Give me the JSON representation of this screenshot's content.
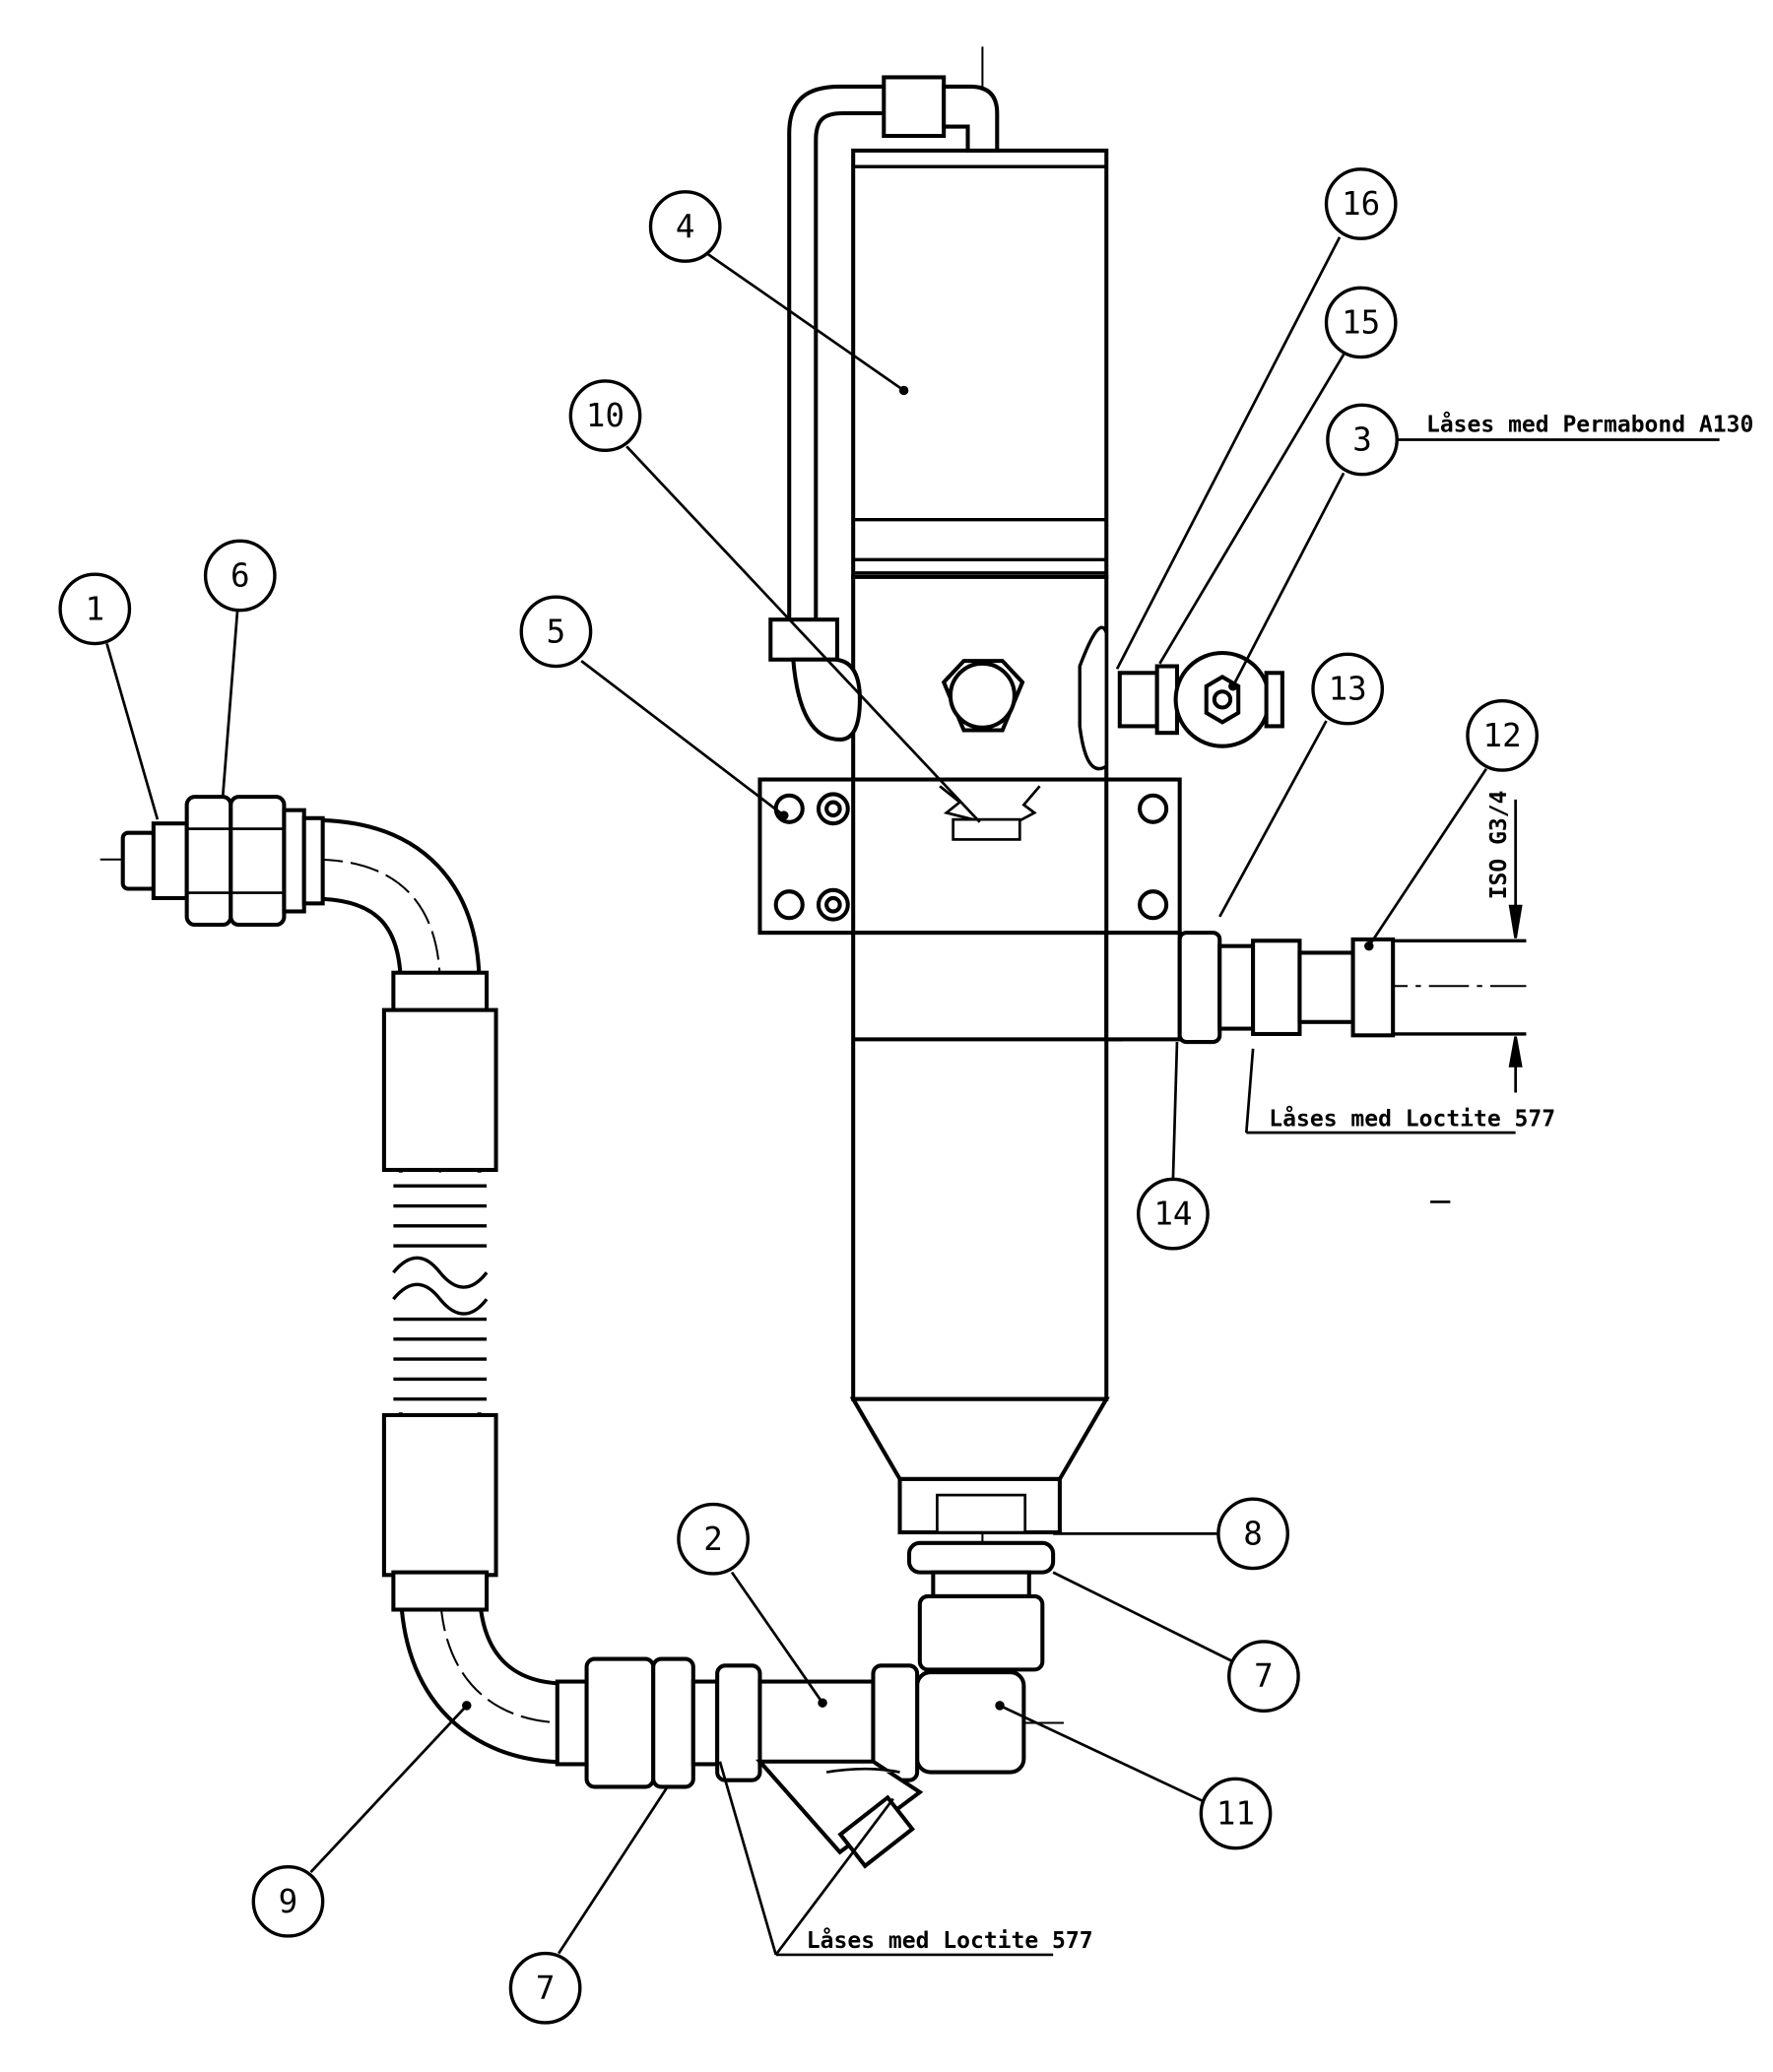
{
  "balloons": {
    "b1": "1",
    "b2": "2",
    "b3": "3",
    "b4": "4",
    "b5": "5",
    "b6": "6",
    "b7a": "7",
    "b7b": "7",
    "b8": "8",
    "b9": "9",
    "b10": "10",
    "b11": "11",
    "b12": "12",
    "b13": "13",
    "b14": "14",
    "b15": "15",
    "b16": "16"
  },
  "notes": {
    "permabond": "Låses med Permabond A130",
    "loctite_upper": "Låses med Loctite 577",
    "loctite_lower": "Låses med Loctite 577",
    "thread_dim": "ISO G3/4"
  },
  "colors": {
    "ink": "#000000",
    "paper": "#ffffff"
  }
}
